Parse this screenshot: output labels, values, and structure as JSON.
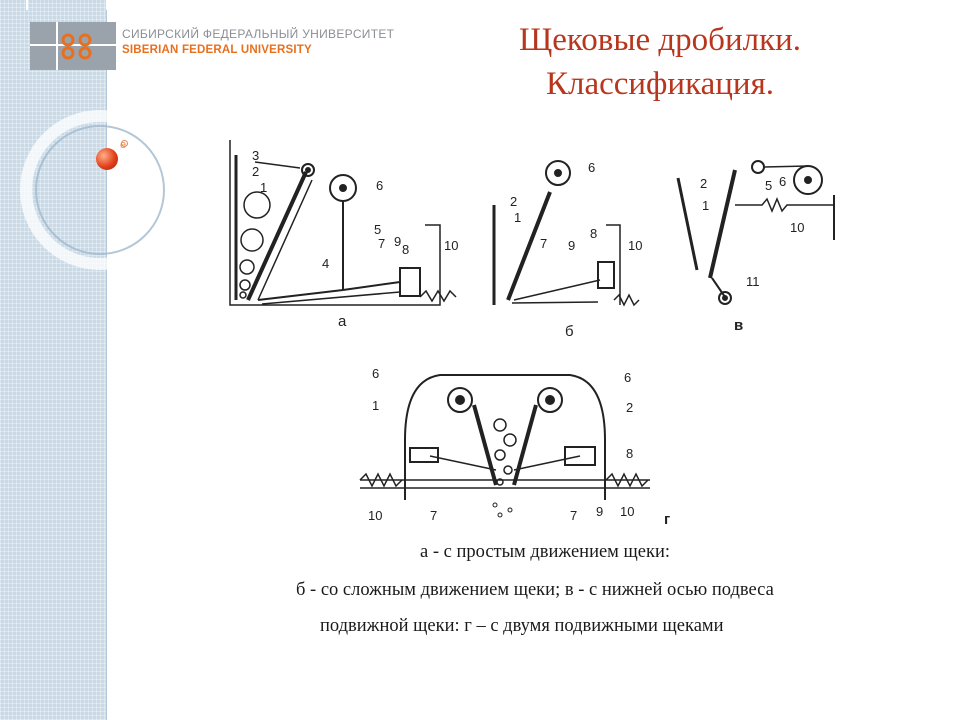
{
  "header": {
    "university_ru": "СИБИРСКИЙ ФЕДЕРАЛЬНЫЙ УНИВЕРСИТЕТ",
    "university_en": "SIBERIAN FEDERAL UNIVERSITY",
    "sidebar_glyph": "e"
  },
  "slide": {
    "title_line1": "Щековые дробилки.",
    "title_line2": "Классификация."
  },
  "diagram": {
    "a": {
      "label": "а",
      "parts": [
        "3",
        "2",
        "1",
        "6",
        "5",
        "7",
        "9",
        "8",
        "10",
        "4"
      ]
    },
    "b": {
      "label": "б",
      "parts": [
        "6",
        "2",
        "1",
        "7",
        "9",
        "8",
        "10"
      ]
    },
    "v": {
      "label": "в",
      "parts": [
        "2",
        "1",
        "5",
        "6",
        "10",
        "11"
      ]
    },
    "g": {
      "label": "г",
      "parts": [
        "6",
        "6",
        "1",
        "2",
        "8",
        "10",
        "7",
        "7",
        "9",
        "10"
      ]
    }
  },
  "captions": {
    "line1": "а - с простым движением щеки:",
    "line2": "б - со сложным движением щеки; в - с нижней осью подвеса",
    "line3": "подвижной щеки: г – с двумя подвижными щеками"
  },
  "colors": {
    "title": "#b8361d",
    "logo_en": "#e7701f",
    "sidebar": "#c9d9e6"
  }
}
